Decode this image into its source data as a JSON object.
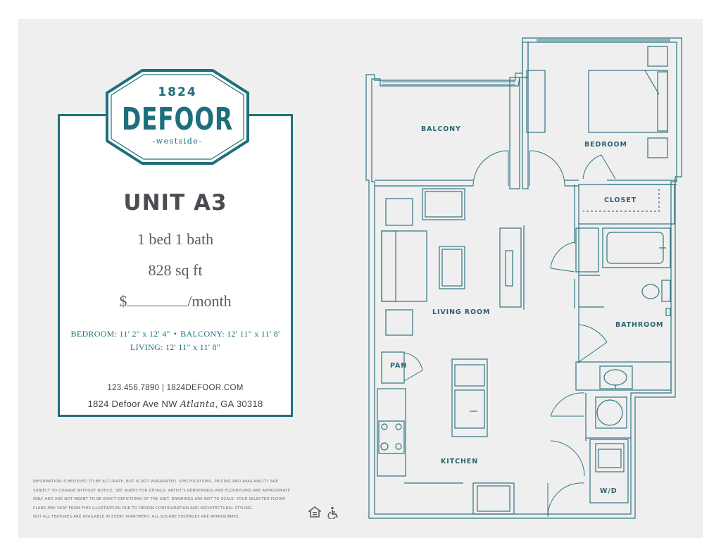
{
  "brand": {
    "year": "1824",
    "name": "DEFOOR",
    "tagline": "-westside-",
    "color": "#1e6f7c"
  },
  "unit": {
    "title": "UNIT A3",
    "beds_baths": "1 bed  1 bath",
    "area": "828 sq ft",
    "price_prefix": "$",
    "price_suffix": "/month"
  },
  "dimensions": {
    "bedroom": "BEDROOM: 11' 2\" x 12' 4\"",
    "separator": "•",
    "balcony": "BALCONY: 12' 11\" x 11' 8'",
    "living": "LIVING:  12' 11\" x 11' 8\""
  },
  "contact": {
    "phone_web": "123.456.7890 | 1824DEFOOR.COM",
    "street": "1824 Defoor Ave NW",
    "city": "Atlanta",
    "state_zip": ", GA 30318"
  },
  "disclaimer": [
    "Information is believed to be accurate, but is not warranted. Specifications, pricing and availability are",
    "subject to change without notice. See agent for details. Artist's renderings and floorplans are approximate",
    "only and are not meant to be exact depictions of the unit. Drawings are not to scale. Your selected floor!",
    "plans may vary from this illustration due to design configuration and architectural styling.",
    "Not all features are available in every apartment. All square footages are approximate."
  ],
  "icons": {
    "equal_housing": "equal-housing-icon",
    "accessibility": "wheelchair-icon"
  },
  "floorplan": {
    "rooms": {
      "balcony": "BALCONY",
      "bedroom": "BEDROOM",
      "closet": "CLOSET",
      "living_room": "LIVING ROOM",
      "bathroom": "BATHROOM",
      "pantry": "PAN",
      "kitchen": "KITCHEN",
      "washer_dryer": "W/D"
    },
    "line_color": "#2a6f7c"
  }
}
